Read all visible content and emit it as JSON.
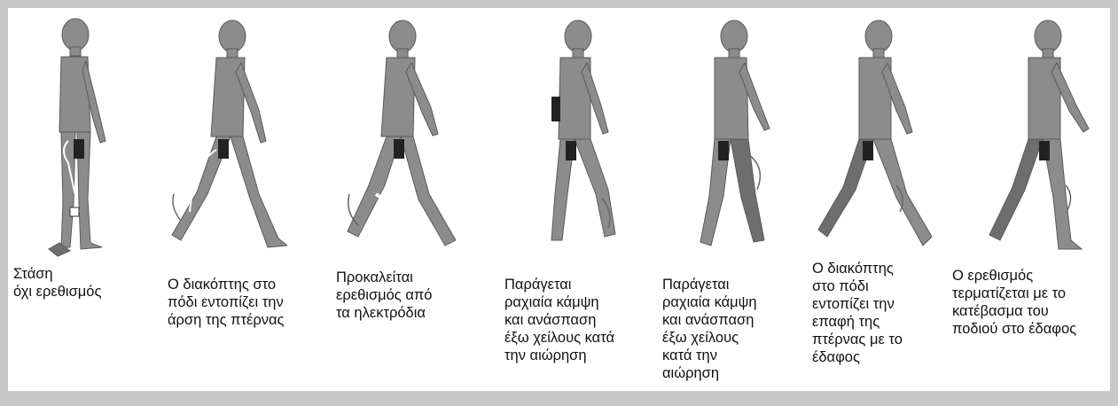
{
  "colors": {
    "frame": "#c8c8c8",
    "panel": "#ffffff",
    "body": "#8c8c8c",
    "body_dark": "#6e6e6e",
    "text": "#111111"
  },
  "steps": [
    {
      "caption": "Στάση\nόχι ερεθισμός",
      "pose": "stance"
    },
    {
      "caption": "Ο διακόπτης στο\nπόδι εντοπίζει την\nάρση της πτέρνας",
      "pose": "heel-off"
    },
    {
      "caption": "Προκαλείται\nερεθισμός από\nτα ηλεκτρόδια",
      "pose": "stimulation"
    },
    {
      "caption": "Παράγεται\nραχιαία κάμψη\nκαι ανάσπαση\nέξω χείλους κατά\nτην αιώρηση",
      "pose": "swing-early"
    },
    {
      "caption": "Παράγεται\nραχιαία κάμψη\nκαι ανάσπαση\nέξω χείλους\nκατά την\nαιώρηση",
      "pose": "swing-late"
    },
    {
      "caption": "Ο διακόπτης\nστο πόδι\nεντοπίζει την\nεπαφή της\nπτέρνας με το\nέδαφος",
      "pose": "heel-strike"
    },
    {
      "caption": "Ο ερεθισμός\nτερματίζεται με το\nκατέβασμα του\nποδιού στο έδαφος",
      "pose": "foot-flat"
    }
  ]
}
